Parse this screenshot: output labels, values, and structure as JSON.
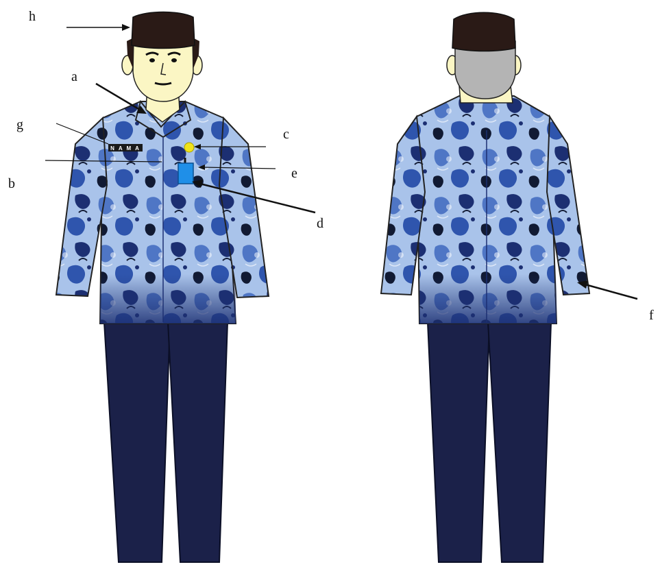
{
  "labels": {
    "h": "h",
    "a": "a",
    "g": "g",
    "b": "b",
    "c": "c",
    "e": "e",
    "d": "d",
    "f": "f"
  },
  "name_tag": "N A M A",
  "colors": {
    "batik_base": "#a9c3ea",
    "batik_mid": "#4f76c5",
    "batik_dark": "#1c2f72",
    "batik_black": "#111a33",
    "trousers": "#1b2149",
    "cap": "#2a1a16",
    "skin": "#fbf6c4",
    "hair_grey": "#b4b4b4",
    "pin": "#f1e31a",
    "id_card": "#1f8fe8",
    "name_tag_bg": "#1a1a1a"
  },
  "icons": [
    "pin-icon",
    "id-card-icon",
    "name-tag-icon"
  ]
}
